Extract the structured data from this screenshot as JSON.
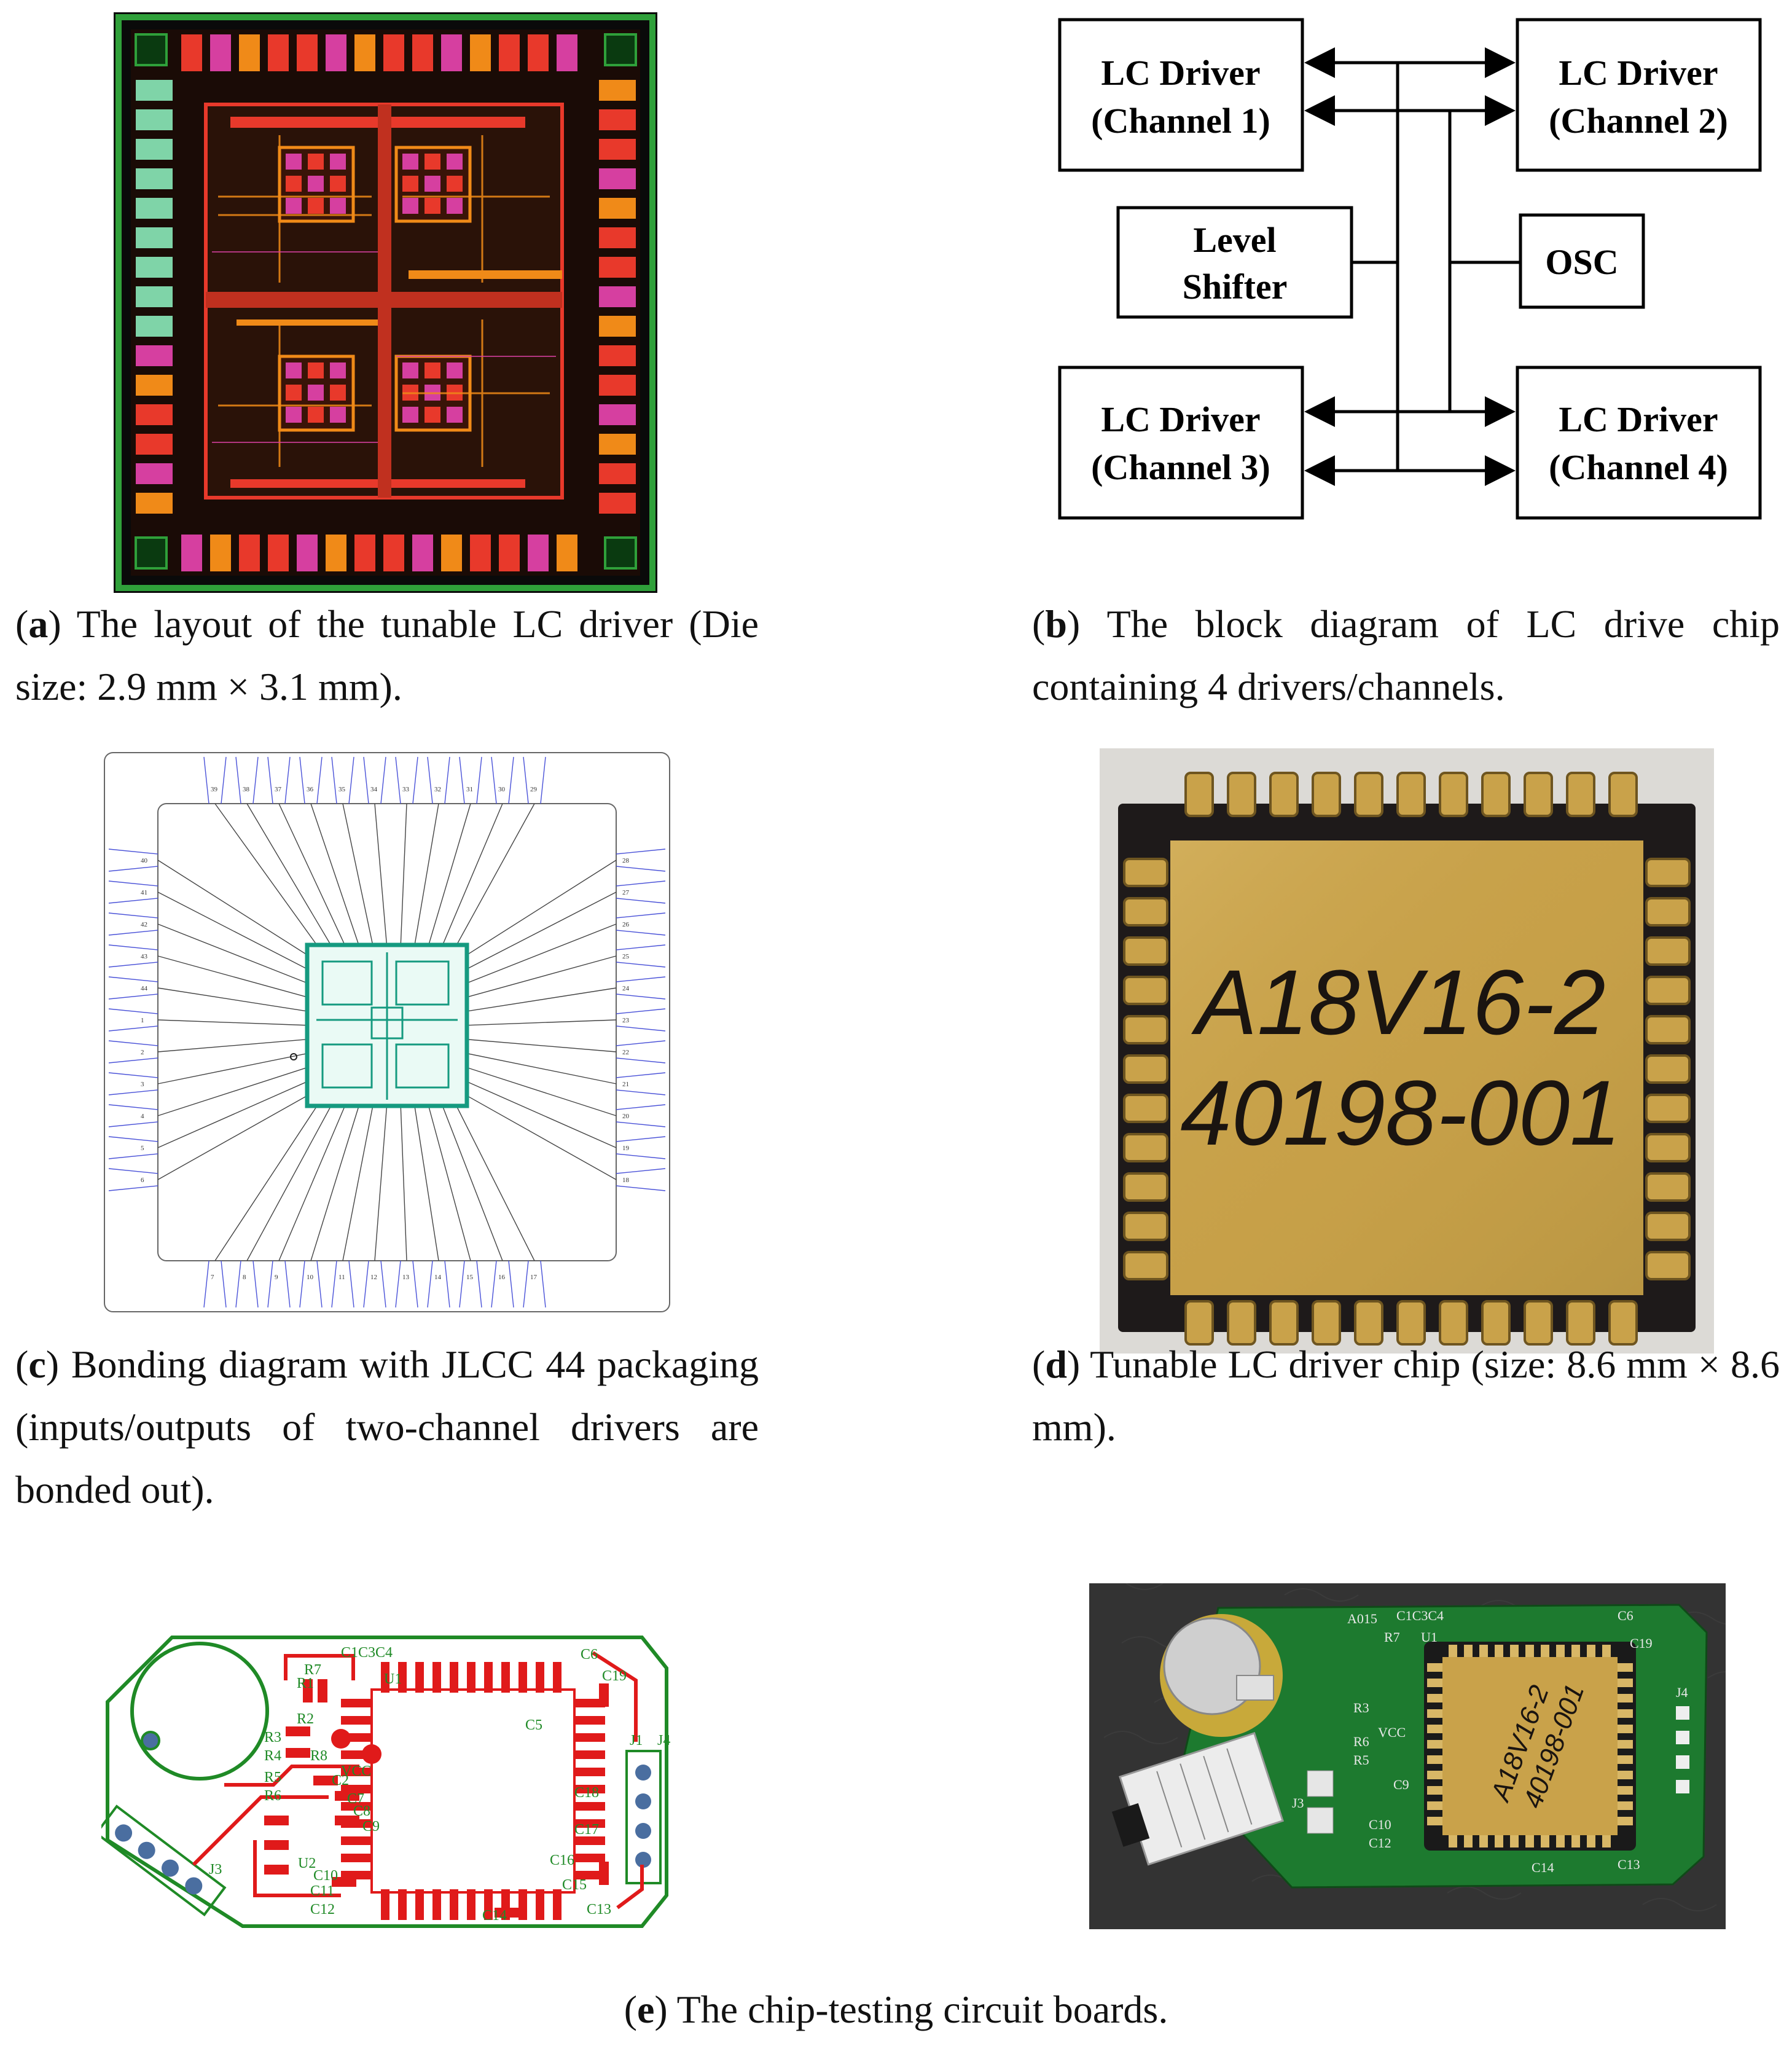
{
  "figure": {
    "panel_a": {
      "letter": "a",
      "caption": "The layout of the tunable LC driver (Die size: 2.9 mm × 3.1 mm)."
    },
    "panel_b": {
      "letter": "b",
      "caption": "The block diagram of LC drive chip containing 4 drivers/channels.",
      "blocks": {
        "ch1": {
          "line1": "LC Driver",
          "line2": "(Channel 1)"
        },
        "ch2": {
          "line1": "LC Driver",
          "line2": "(Channel 2)"
        },
        "level_shifter": {
          "line1": "Level",
          "line2": "Shifter"
        },
        "osc": {
          "line1": "OSC"
        },
        "ch3": {
          "line1": "LC Driver",
          "line2": "(Channel 3)"
        },
        "ch4": {
          "line1": "LC Driver",
          "line2": "(Channel 4)"
        }
      }
    },
    "panel_c": {
      "letter": "c",
      "caption": "Bonding diagram with JLCC 44 packaging (inputs/outputs of two-channel drivers are bonded out).",
      "pins_top": [
        "39",
        "38",
        "37",
        "36",
        "35",
        "34",
        "33",
        "32",
        "31",
        "30",
        "29"
      ],
      "pins_bottom": [
        "7",
        "8",
        "9",
        "10",
        "11",
        "12",
        "13",
        "14",
        "15",
        "16",
        "17"
      ],
      "pins_left": [
        "40",
        "41",
        "42",
        "43",
        "44",
        "1",
        "2",
        "3",
        "4",
        "5",
        "6"
      ],
      "pins_right": [
        "28",
        "27",
        "26",
        "25",
        "24",
        "23",
        "22",
        "21",
        "20",
        "19",
        "18"
      ]
    },
    "panel_d": {
      "letter": "d",
      "caption": "Tunable LC driver chip (size: 8.6 mm × 8.6 mm).",
      "chip_marking_line1": "A18V16-2",
      "chip_marking_line2": "40198-001"
    },
    "panel_e": {
      "letter": "e",
      "caption": "The chip-testing circuit boards.",
      "pcb_labels": [
        "C1C3C4",
        "U1",
        "R7",
        "R1",
        "R2",
        "R3",
        "R4",
        "R5",
        "R6",
        "R8",
        "C6",
        "C5",
        "C19",
        "C18",
        "C17",
        "C16",
        "C15",
        "C14",
        "C13",
        "C12",
        "C11",
        "C10",
        "C9",
        "C8",
        "C7",
        "C2",
        "U2",
        "J1",
        "J3",
        "J4",
        "VCC"
      ],
      "photo_labels": [
        "A015",
        "C1C3C4",
        "U1",
        "R7",
        "R3",
        "R6",
        "R5",
        "VCC",
        "C6",
        "C9",
        "C10",
        "C12",
        "C13",
        "C14",
        "C19",
        "J4",
        "J3"
      ],
      "chip_marking_line1": "A18V16-2",
      "chip_marking_line2": "40198-001"
    }
  },
  "colors": {
    "layout_red": "#e8392b",
    "layout_orange": "#f08a18",
    "layout_magenta": "#d63fa0",
    "layout_border_green": "#2fa03a",
    "bond_blue": "#4a52d8",
    "bond_teal": "#159a80",
    "pcb_green": "#1f8a26",
    "pcb_red": "#e01a1a",
    "gold": "#c9a24a",
    "board_green": "#1d7a2f"
  }
}
